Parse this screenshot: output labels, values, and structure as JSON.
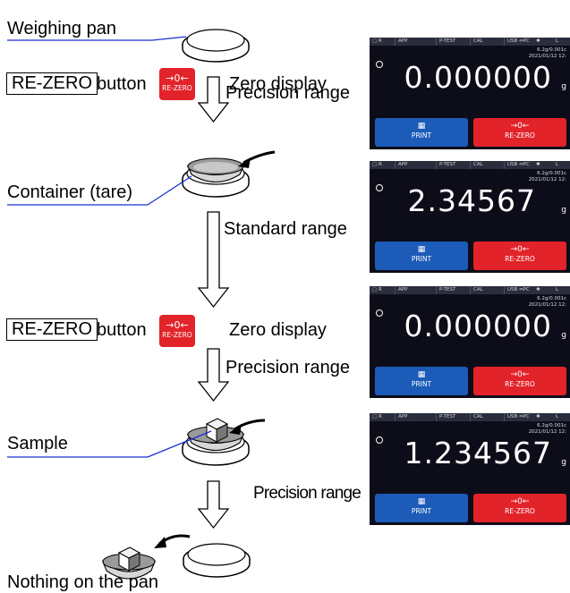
{
  "labels": {
    "weighing_pan": "Weighing pan",
    "container_tare": "Container (tare)",
    "sample": "Sample",
    "nothing_on_pan": "Nothing on the pan",
    "rezero_boxed": "RE-ZERO",
    "button_word": "button",
    "zero_display": "Zero display",
    "precision_range": "Precision range",
    "standard_range": "Standard range"
  },
  "rezero_icon": {
    "arrow": "→0←",
    "text": "RE-ZERO"
  },
  "screen_common": {
    "topbar": {
      "b1": "▢ R",
      "app": "APP",
      "ptest": "P-TEST",
      "cal": "CAL",
      "conn": "USB ⇔PC",
      "bt": "✱",
      "last": "L"
    },
    "info_line1": "6.2g/0.001c",
    "info_line2": "2021/01/12 12:",
    "unit": "g",
    "print_label": "PRINT",
    "print_icon": "printer-icon",
    "rezero_arrow": "→0←",
    "rezero_label": "RE-ZERO"
  },
  "screens": [
    {
      "value": "0.000000"
    },
    {
      "value": "2.34567"
    },
    {
      "value": "0.000000"
    },
    {
      "value": "1.234567"
    }
  ],
  "colors": {
    "screen_bg": "#0d0d1a",
    "print_blue": "#1d5bb8",
    "rezero_red": "#e2232a",
    "leader_blue": "#1a2fd0"
  }
}
